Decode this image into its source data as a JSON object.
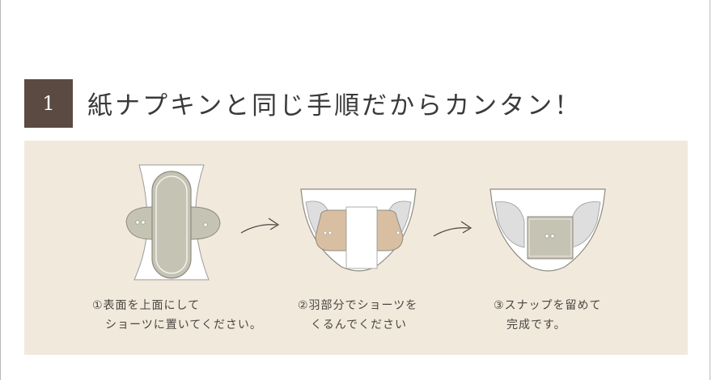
{
  "step": {
    "number": "1",
    "title": "紙ナプキンと同じ手順だからカンタン！"
  },
  "steps": [
    {
      "line1": "①表面を上面にして",
      "line2": "ショーツに置いてください。"
    },
    {
      "line1": "②羽部分でショーツを",
      "line2": "くるんでください"
    },
    {
      "line1": "③スナップを留めて",
      "line2": "完成です。"
    }
  ],
  "colors": {
    "badge": "#5a4a42",
    "panel": "#f1e9dc",
    "pad": "#c5c3b3",
    "wing": "#d9bfa2"
  }
}
